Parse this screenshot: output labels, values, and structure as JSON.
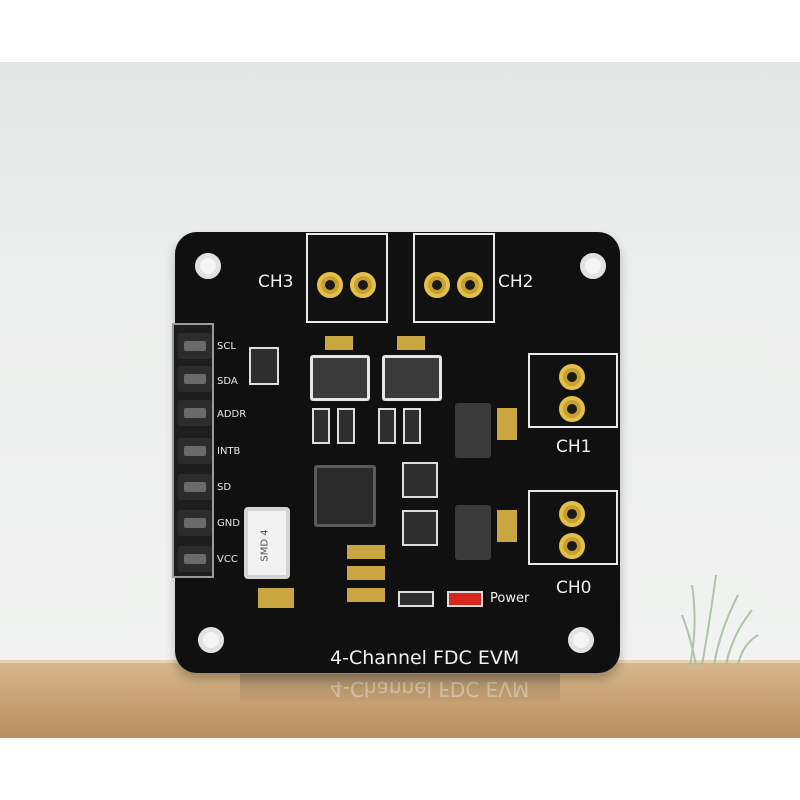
{
  "board": {
    "title": "4-Channel FDC EVM",
    "channels": [
      "CH3",
      "CH2",
      "CH1",
      "CH0"
    ],
    "pins": [
      "SCL",
      "SDA",
      "ADDR",
      "INTB",
      "SD",
      "GND",
      "VCC"
    ],
    "led_label": "Power",
    "module_label": "SMD 4"
  },
  "colors": {
    "pcb": "#101010",
    "silkscreen": "#f0f0f0",
    "gold": "#c9a640",
    "led": "#d8251e",
    "table": "#c9a577",
    "wall": "#edefee"
  }
}
